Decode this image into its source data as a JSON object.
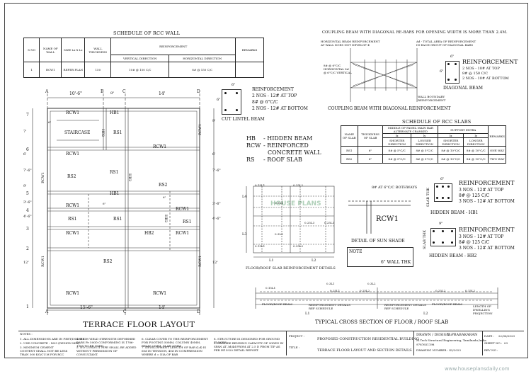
{
  "rcc_wall_schedule": {
    "title": "SCHEDULE OF RCC WALL",
    "headers": {
      "sno": "S NO",
      "name": "NAME OF WALL",
      "size": "SIZE Lx X Lz",
      "thickness": "WALL THICKNESS",
      "reinforcement": "REINFORCEMENT",
      "vertical": "VERTICAL  DIRECTION",
      "horizontal": "HORIZONTAL  DIRECTION",
      "remarks": "REMARKS"
    },
    "row": {
      "sno": "1",
      "name": "RCW1",
      "size": "REFER PLAN",
      "thickness": "150",
      "vertical": "10# @ 150 C/C",
      "horizontal": "8# @ 150 C/C",
      "remarks": ""
    }
  },
  "coupling_beam": {
    "title": "COUPLING BEAM WITH DIAGONAL RE-BARS FOR OPENING WIDTH IS MORE THAN 2.4M.",
    "subtitle": "COUPLING BEAM WITH DIAGONAL REINFORCEMENT",
    "note_top": "HORIZONTAL BEAM REINFORCEMENT AT WALL DOES NOT DEVELOP Φ",
    "note_ad": "Ad - TOTAL AREA OF REINFORCEMENT IN EACH GROUP OF DIAGONAL BARS",
    "note_left": "8# @ 6\"C/C HORIZONTAL  8# @ 6\"C/C VERTICAL",
    "note_boundary": "WALL BOUNDARY REINFORCEMENT",
    "section_label": "6\"",
    "section_depth": "6\"",
    "reinf_title": "REINFORCEMENT",
    "reinf_lines": [
      "2 NOS - 10#  AT TOP",
      "8# @ 150 C/C",
      "2 NOS - 10#  AT BOTTOM"
    ],
    "caption": "DIAGONAL BEAM"
  },
  "lintel": {
    "width": "6\"",
    "depth": "6\"",
    "reinf_title": "REINFORCEMENT",
    "reinf_lines": [
      "2 NOS - 12#  AT TOP",
      "8# @ 6\"C/C",
      "2 NOS - 12#  AT BOTTOM"
    ],
    "caption": "CUT  LINTEL BEAM"
  },
  "legend": [
    {
      "code": "HB",
      "desc": "- HIDDEN BEAM"
    },
    {
      "code": "RCW",
      "desc": "- REINFORCED"
    },
    {
      "code": "",
      "desc": "CONCRETE WALL"
    },
    {
      "code": "RS",
      "desc": "- ROOF SLAB"
    }
  ],
  "slab_schedule": {
    "title": "SCHEDULE OF RCC SLABS",
    "h_name": "NAME OF SLAB",
    "h_thk": "THICKNESS OF SLAB",
    "h_middle": "MIDDLE OF PANEL MAIN BAR ALTERNATE CRANKED",
    "h_support": "SUPPORT EXTRA",
    "h_lx": "lx",
    "h_ly": "ly",
    "h_short": "SHORTER DIRECTION",
    "h_long": "LONGER DIRECTION",
    "h_remarks": "REMARKS",
    "rows": [
      {
        "name": "RS1",
        "thk": "6\"",
        "a": "8# @ 5\"C/C",
        "b": "8# @ 5\"C/C",
        "c": "8# @ 10\"C/C",
        "d": "8# @ 10\"C/C",
        "rem": "ONE WAY"
      },
      {
        "name": "RS2",
        "thk": "6\"",
        "a": "8# @ 5\"C/C",
        "b": "8# @ 5\"C/C",
        "c": "8# @ 10\"C/C",
        "d": "8# @ 10\"C/C",
        "rem": "TWO WAY"
      }
    ]
  },
  "hidden_beam_1": {
    "width": "6\"",
    "depth": "SLAB THK",
    "reinf_title": "REINFORCEMENT",
    "reinf_lines": [
      "3 NOS - 12#  AT TOP",
      "8# @ 125 C/C",
      "3 NOS - 12#  AT BOTTOM"
    ],
    "caption": "HIDDEN BEAM - HB1"
  },
  "hidden_beam_2": {
    "width": "9\"",
    "depth": "SLAB THK",
    "reinf_title": "REINFORCEMENT",
    "reinf_lines": [
      "3 NOS - 12#  AT TOP",
      "8# @ 125 C/C",
      "3 NOS - 12#  AT BOTTOM"
    ],
    "caption": "HIDDEN BEAM - HB2"
  },
  "sunshade": {
    "note": "8# AT 6\"C/C BOTHWAYS",
    "wall": "RCW1",
    "caption": "DETAIL OF SUN SHADE",
    "note_label": "NOTE",
    "wall_thk": "6\" WALL THK"
  },
  "slab_reinf": {
    "caption": "FLOOR/ROOF SLAB REINFORCEMENT DETAILS",
    "labels": {
      "l4": "L4",
      "l3": "L3",
      "l1": "L1",
      "l2": "L2",
      "a": "0.15L1",
      "b": "0.25L2",
      "c": "0.15L1",
      "d": "0.25L2",
      "e": "0.3L4",
      "f": "0.3L3",
      "g": "0.25L3",
      "h": "0.25L3"
    }
  },
  "cross_section": {
    "caption": "TYPICAL CROSS SECTION OF FLOOR / ROOF SLAB",
    "labels": {
      "a": "0.15L1",
      "b": "0.3L1",
      "c": "0.3L2",
      "d": "0.25L1",
      "e": "0.25L2",
      "f": "0.25L2",
      "g": "0.15L2",
      "l1": "L1",
      "l2": "L2",
      "slab_level": "FLOOR/ROOF BEAM",
      "detail": "REINFORCEMENT DETAILS REF SCHEDULE",
      "beam_level": "FLOOR/ROOF BEAM",
      "side": "LENGTH OF DWELLING PROJECTION"
    }
  },
  "plan": {
    "title": "TERRACE FLOOR LAYOUT",
    "grid_top": [
      "A",
      "B",
      "C",
      "D"
    ],
    "grid_bottom": [
      "A",
      "C",
      "D"
    ],
    "grid_left": [
      "7",
      "6",
      "5",
      "4",
      "3",
      "2",
      "1"
    ],
    "dims_top": [
      "10'-6\"",
      "8\"",
      "14'"
    ],
    "dims_bottom": [
      "15'-6\"",
      "14'"
    ],
    "dims_left": [
      "7'",
      "6'",
      "7'-6\"",
      "9'",
      "3'-6\"",
      "4'-6\"",
      "12'"
    ],
    "dims_right": [
      "9'",
      "6'",
      "7'-6\"",
      "3'-6\"",
      "4'-6\"",
      "12'"
    ],
    "rooms": {
      "staircase": "STAIRCASE",
      "rs1": "RS1",
      "rs2": "RS2",
      "rcw1": "RCW1",
      "hb1": "HB1",
      "hb2": "HB2",
      "six": "6\""
    }
  },
  "title_block": {
    "notes_label": "NOTES :",
    "notes": [
      "1. ALL DIMENSIONS ARE IN FEET/INCHES",
      "2. USE CONCRETE : M25 (DESIGN MIX)",
      "3. MINIMUM CEMENT CONTENT SHALL NOT BE LESS THAN 300 KG/CU.M FOR RCC",
      "4. HIGH YIELD STRENGTH DEFORMED BARS Fe 500D CONFORMING IS 1786-1985 TO BE USED",
      "5. NO CONDUIT PIPE SHALL BE ADDED WITHOUT PERMISSION OF CONSULTANT.",
      "6. CLEAR COVER TO THE REINFORCEMENT FOR FOOTING 50MM, COLUMN 40MM, BEAM 25MM, SLAB 20MM",
      "7. DEVELOPMENT LENGTH OF BAR (Ld) IS 60d IN TENSION, 40d IN COMPRESSION WHERE d = DIA OF BAR",
      "8. STRUCTURE IS DESIGNED FOR GROUND FLOORS.",
      "9. PROVIDE BENDING CAPACITY OF 90DEG IN SPAN AT 3d/4d FROM AT 2.5 D FROM TIP AS PER IS13920 DETAIL REPORT."
    ],
    "project_label": "PROJECT :",
    "project": "PROPOSED CONSTRUCTION RESIDENTIAL BUILDING",
    "title_label": "TITLE :",
    "title": "TERRACE FLOOR LAYOUT AND SECTION DETAILS",
    "drawn_label": "DRAWN / DESIGN :",
    "drawn": "D.PRABAKARAN",
    "qual": "M.Tech Structural Engineering, Tamilnadu,India.",
    "phone": "9787651198",
    "drawing_no": "DRAWING NUMBER : 43/2023",
    "date_label": "DATE :",
    "date": "22/06/2023",
    "sheet_label": "SHEET NO :",
    "sheet": "03",
    "rev_label": "REV NO :",
    "rev": "",
    "website": "www.houseplansdaily.com"
  }
}
